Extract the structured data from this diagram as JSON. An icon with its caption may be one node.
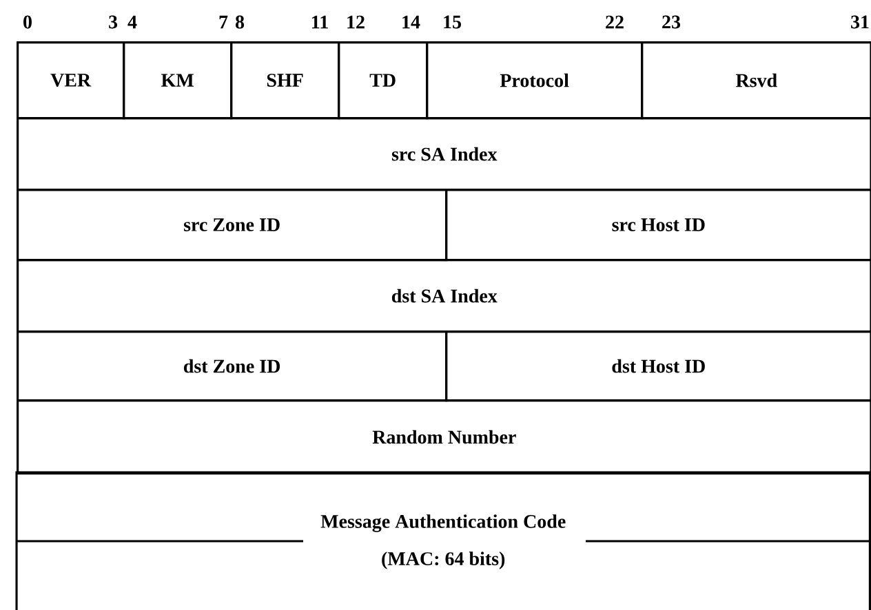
{
  "diagram": {
    "nodes": [
      {
        "text": [
          "VER"
        ]
      },
      {
        "text": [
          "KM"
        ]
      },
      {
        "text": [
          "SHF"
        ]
      },
      {
        "text": [
          "TD"
        ]
      },
      {
        "text": [
          "Protocol"
        ]
      },
      {
        "text": [
          "Rsvd"
        ]
      },
      {
        "text": [
          "src SA Index"
        ]
      },
      {
        "text": [
          "src Zone ID"
        ]
      },
      {
        "text": [
          "src Host ID"
        ]
      },
      {
        "text": [
          "dst SA Index"
        ]
      },
      {
        "text": [
          "dst Zone ID"
        ]
      },
      {
        "text": [
          "dst Host ID"
        ]
      },
      {
        "text": [
          "Random Number"
        ]
      },
      {
        "text": [
          "Message Authentication Code",
          "(MAC: 64 bits)"
        ]
      }
    ],
    "labels": [
      "0",
      "3",
      "4",
      "7",
      "8",
      "11",
      "12",
      "14",
      "15",
      "22",
      "23",
      "31"
    ]
  }
}
